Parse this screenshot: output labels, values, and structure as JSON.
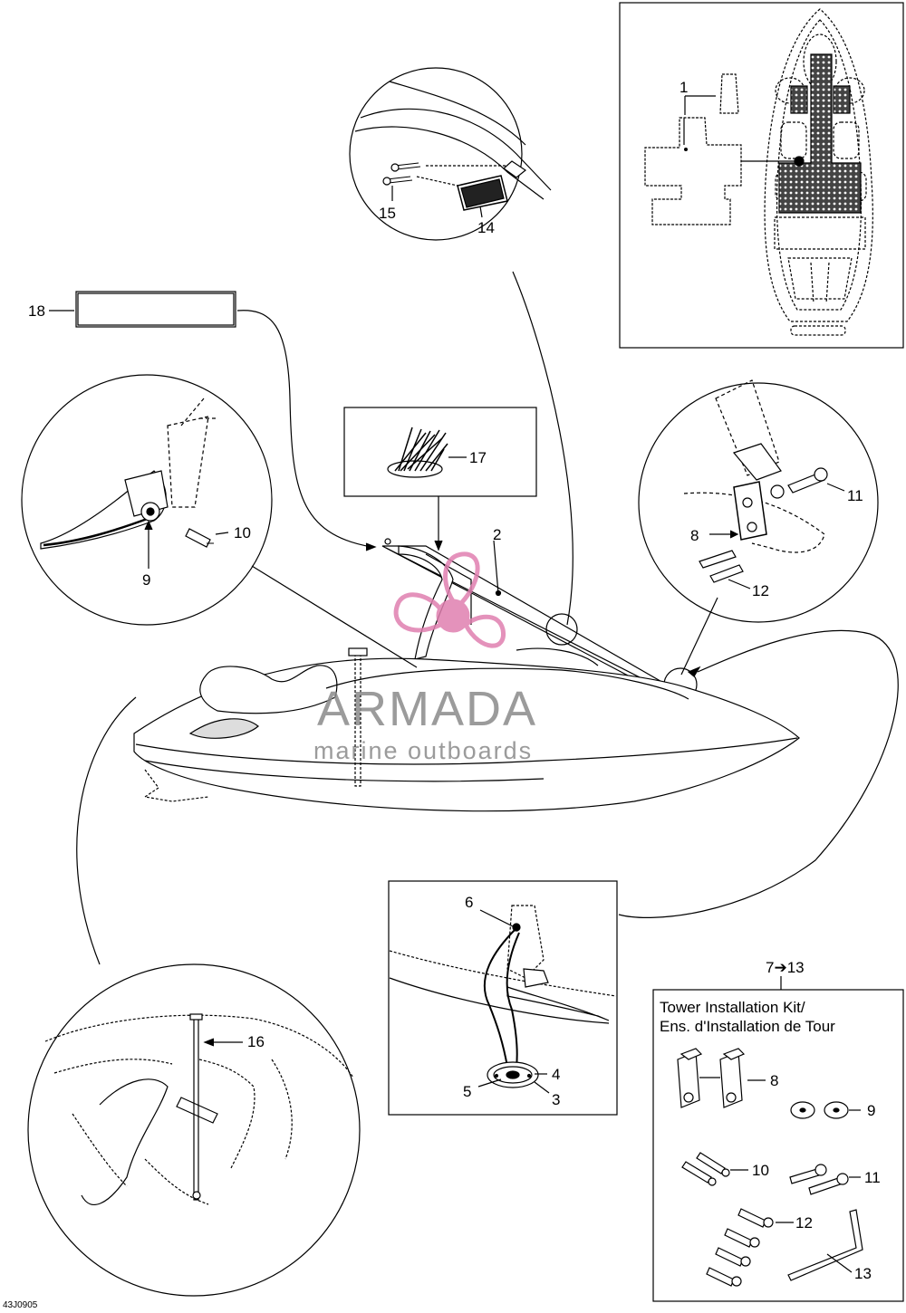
{
  "diagram": {
    "callouts": {
      "c1": "1",
      "c2": "2",
      "c3": "3",
      "c4": "4",
      "c5": "5",
      "c6": "6",
      "c7_13": "7➔13",
      "c8": "8",
      "c9": "9",
      "c10": "10",
      "c11": "11",
      "c12": "12",
      "c14": "14",
      "c15": "15",
      "c16": "16",
      "c17": "17",
      "c18": "18",
      "k8": "8",
      "k9": "9",
      "k10": "10",
      "k11": "11",
      "k12": "12",
      "k13": "13"
    },
    "kit": {
      "title_line1": "Tower Installation Kit/",
      "title_line2": "Ens. d'Installation de Tour"
    },
    "drawing_code": "43J0905",
    "watermark": {
      "title": "ARMADA",
      "subtitle": "marine outboards"
    }
  },
  "colors": {
    "line": "#000000",
    "fill_dark": "#333333",
    "watermark_pink": "#e07fb0",
    "watermark_gray": "#8a8a8a"
  }
}
